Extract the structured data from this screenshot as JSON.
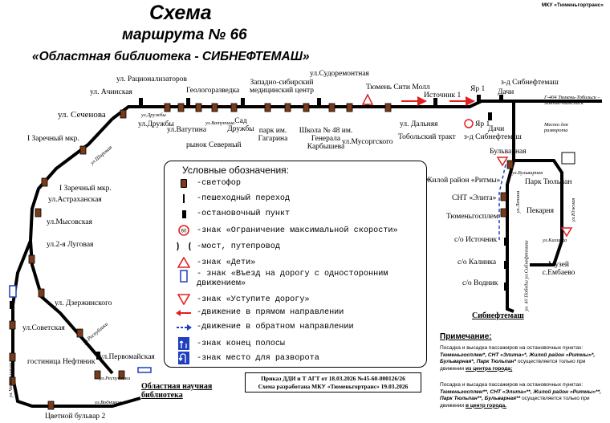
{
  "header": {
    "title": "Схема",
    "subtitle": "маршрута № 66",
    "route_name": "«Областная  библиотека - СИБНЕФТЕМАШ»",
    "org": "МКУ «Тюменьгортранс»"
  },
  "stops_labels": {
    "ratsionalizatorov": "ул. Рационализаторов",
    "achinskaya": "ул. Ачинская",
    "sechenova": "ул. Сеченова",
    "druzhby": "ул.Дружбы",
    "vatutina": "ул.Ватутина",
    "geologorazvedka": "Геологоразведка",
    "sad_druzhby": "Сад Дружбы",
    "market": "рынок Северный",
    "med_center": "Западно-сибирский медицинский центр",
    "park_gagarina": "парк им. Гагарина",
    "school48": "Школа № 48 им. Генерала Карбышева",
    "sudoremontnaya": "ул.Судоремонтная",
    "musorgskogo": "ул.Мусоргского",
    "city_mall": "Тюмень Сити Молл",
    "dalnyaya": "ул. Дальняя",
    "istochnik1": "Источник 1",
    "tobolsky_trakt": "Тобольский тракт",
    "yar1_top": "Яр 1",
    "yar1": "Яр 1",
    "zd_sibneftemash_top": "з-д Сибнефтемаш",
    "dachi_top": "Дачи",
    "dachi": "Дачи",
    "zd_sibneftemash": "з-д Сибнефтемаш",
    "highway": "Г-404 Тюмень-Тобольск – Ханты-Мансийск",
    "turn_place": "Место для разворота",
    "bulvarnaya": "Бульварная",
    "park_tyulpan": "Парк Тюльпан",
    "ritmy": "Жилой район «Ритмы»",
    "elita": "СНТ «Элита»",
    "tyumengosplem": "Тюменьгосплем",
    "pekarnya": "Пекарня",
    "istochnik": "с/о Источник",
    "kalinka": "с/о Калинка",
    "muzey": "Музей с.Ембаево",
    "vodnik": "с/о Водник",
    "sibneftemash": "Сибнефтемаш",
    "zarechny2": "I Заречный мкр.",
    "zarechny1": "I Заречный мкр.",
    "astrakhanskaya": "ул.Астраханская",
    "mysovskaya": "ул.Мысовская",
    "lugovaya": "ул.2-я Луговая",
    "dzerzhinskogo": "ул. Дзержинского",
    "sovetskaya": "ул.Советская",
    "neftyanik": "гостиница Нефтяник",
    "pervomayskaya": "ул.Первомайская",
    "oblast_library": "Областная научная библиотека",
    "tsvetnoy": "Цветной бульвар 2"
  },
  "street_labels": {
    "druzhby_small": "ул.Дружбы",
    "vatutina_small": "ул.Ватутина",
    "shirokaya": "ул.Широкая",
    "respubliki": "ул.Республики",
    "vodnikov": "ул.Водников",
    "chelyuskintsev": "ул.Челюскинцев",
    "respubliki2": "ул.Республики",
    "bulvarnaya_st": "ул.Бульварная",
    "kalinka_st": "ул.Калинка",
    "yuzhnaya": "ул.Южная",
    "lenina": "ул.Ленина",
    "sibneftemash_st": "ул. 40 Победы ул.Сибнефтемаш"
  },
  "legend": {
    "title": "Условные обозначения:",
    "items": [
      {
        "icon": "traffic-light",
        "text": "-светофор"
      },
      {
        "icon": "crosswalk",
        "text": "-пешеходный переход"
      },
      {
        "icon": "stop",
        "text": "-остановочный пункт"
      },
      {
        "icon": "speed-limit",
        "text": "-знак «Ограничение максимальной скорости»",
        "sign": "60"
      },
      {
        "icon": "bridge",
        "text": "-мост, путепровод"
      },
      {
        "icon": "children",
        "text": "-знак «Дети»"
      },
      {
        "icon": "one-way-entry",
        "text": "- знак «Въезд на дорогу с односторонним движением»"
      },
      {
        "icon": "yield",
        "text": "-знак «Уступите дорогу»"
      },
      {
        "icon": "arrow-forward",
        "text": "-движение в прямом направлении"
      },
      {
        "icon": "arrow-back",
        "text": "-движение в обратном направлении"
      },
      {
        "icon": "lane-end",
        "text": "-знак конец полосы"
      },
      {
        "icon": "u-turn",
        "text": "-знак место для разворота"
      }
    ]
  },
  "order": {
    "line1": "Приказ ДДИ и Т АГТ от 18.03.2026 №45-60-000126/26",
    "line2": "Схема разработана МКУ «Тюменьгортранс» 19.03.2026"
  },
  "notes": {
    "title": "Примечание:",
    "p1_start": "Посадка и высадка пассажиров на остановочных пунктах: ",
    "p1_stops": "Тюменьгосплем*, СНТ «Элита»*, Жилой район «Ритмы»*, Бульварная*, Парк Тюльпан*",
    "p1_end": " осуществляется только при движении ",
    "p1_dir": "из центра города;",
    "p2_start": "Посадка и высадка пассажиров на остановочных пунктах: ",
    "p2_stops": "Тюменьгосплем**, СНТ «Элита»**, Жилой район «Ритмы»**, Парк Тюльпан**, Бульварная**",
    "p2_end": " осуществляется только при движении ",
    "p2_dir": "в центр города."
  },
  "colors": {
    "route": "#000000",
    "traffic_light": "#7a3b1a",
    "forward_arrow": "#e02020",
    "back_arrow": "#1f3fbf",
    "sign_blue": "#1f3fbf"
  }
}
